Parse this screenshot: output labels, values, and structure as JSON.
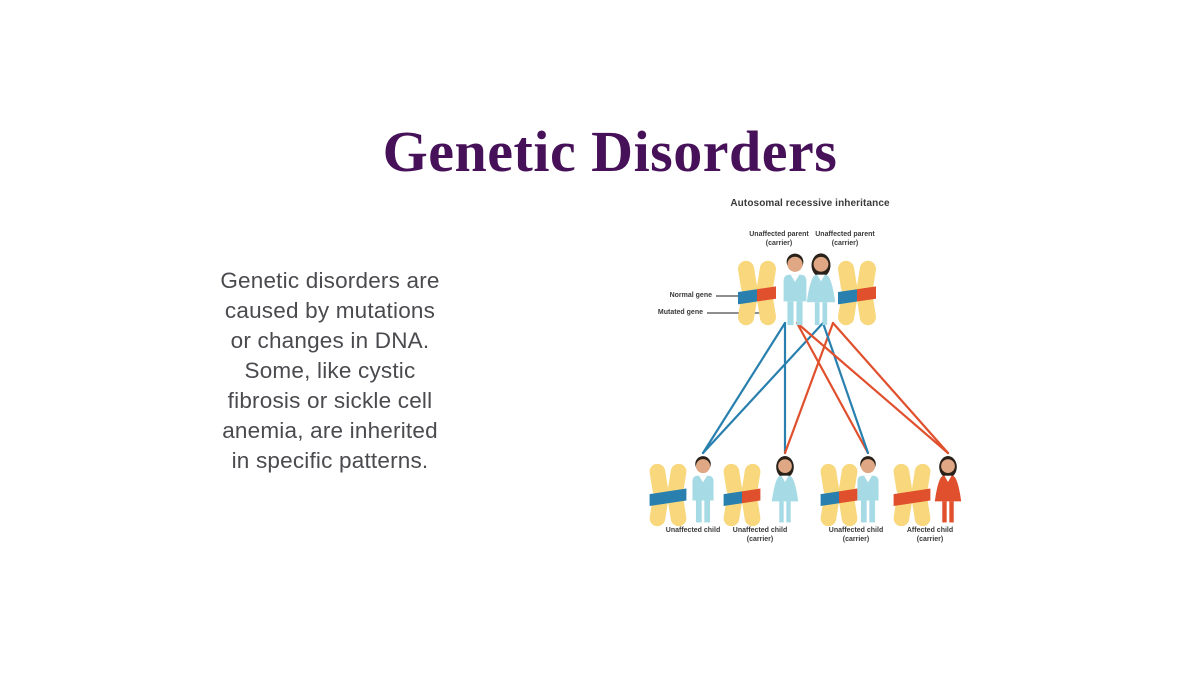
{
  "slide": {
    "title": "Genetic Disorders",
    "paragraph": "Genetic disorders are\ncaused by mutations\nor changes in DNA.\nSome, like cystic\nfibrosis or sickle cell\nanemia, are inherited\nin specific patterns.",
    "colors": {
      "background": "#FFFFFF",
      "title": "#471159",
      "body_text": "#4A4A4F"
    }
  },
  "diagram": {
    "title": "Autosomal recessive inheritance",
    "gene_labels": {
      "normal": "Normal gene",
      "mutated": "Mutated gene"
    },
    "parents": [
      {
        "label": "Unaffected parent\n(carrier)",
        "figure": "man",
        "band": "carrier",
        "affected": false
      },
      {
        "label": "Unaffected parent\n(carrier)",
        "figure": "woman",
        "band": "carrier",
        "affected": false
      }
    ],
    "children": [
      {
        "label": "Unaffected child",
        "figure": "man",
        "band": "normal",
        "affected": false,
        "genes_from_parents": [
          "normal",
          "normal"
        ]
      },
      {
        "label": "Unaffected child\n(carrier)",
        "figure": "woman",
        "band": "carrier",
        "affected": false,
        "genes_from_parents": [
          "normal",
          "mutated"
        ]
      },
      {
        "label": "Unaffected child\n(carrier)",
        "figure": "man",
        "band": "carrier",
        "affected": false,
        "genes_from_parents": [
          "mutated",
          "normal"
        ]
      },
      {
        "label": "Affected child\n(carrier)",
        "figure": "woman",
        "band": "mutated",
        "affected": true,
        "genes_from_parents": [
          "mutated",
          "mutated"
        ]
      }
    ],
    "colors": {
      "chromosome": "#F8D77D",
      "normal_gene": "#2980AF",
      "mutated_gene": "#E0502D",
      "unaffected_figure": "#A6DBE6",
      "affected_figure": "#E0502D",
      "skin": "#DFA783",
      "hair": "#29211A",
      "pointer_line": "#1E1E1E",
      "label_text": "#3A3A3A"
    }
  }
}
